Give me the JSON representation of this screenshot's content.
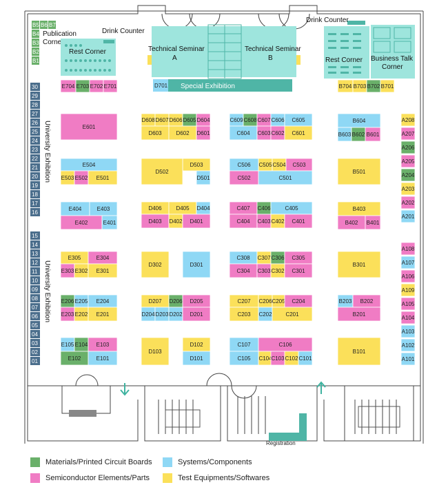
{
  "colors": {
    "green": "#6ab06a",
    "pink": "#f07cc4",
    "blue": "#8fd8f5",
    "yellow": "#fbe05a",
    "teal_area": "#9ee5dd",
    "teal_dark": "#4fb5a6",
    "slate": "#4b6e8c"
  },
  "labels": {
    "publication_corner": "Publication Corner",
    "publication_line1": "Publication",
    "publication_line2": "Corner",
    "drink_counter_left": "Drink Counter",
    "drink_counter_right": "Drink Counter",
    "rest_corner_left": "Rest Corner",
    "rest_corner_right": "Rest Corner",
    "seminar_a_line1": "Technical Seminar",
    "seminar_a_line2": "A",
    "seminar_b_line1": "Technical Seminar",
    "seminar_b_line2": "B",
    "business_line1": "Business Talk",
    "business_line2": "Corner",
    "special_exhibition": "Special Exhibition",
    "university_exhibition_upper": "University Exhibition",
    "university_exhibition_lower": "University Exhibition",
    "registration": "Registration"
  },
  "legend": [
    {
      "label": "Materials/Printed Circuit Boards",
      "color": "#6ab06a"
    },
    {
      "label": "Systems/Components",
      "color": "#8fd8f5"
    },
    {
      "label": "Semiconductor Elements/Parts",
      "color": "#f07cc4"
    },
    {
      "label": "Test Equipments/Softwares",
      "color": "#fbe05a"
    }
  ],
  "university_numbers": [
    "30",
    "29",
    "28",
    "27",
    "26",
    "25",
    "24",
    "23",
    "22",
    "21",
    "20",
    "19",
    "18",
    "17",
    "16",
    "15",
    "14",
    "13",
    "12",
    "11",
    "10",
    "09",
    "08",
    "07",
    "06",
    "05",
    "04",
    "03",
    "02",
    "01"
  ],
  "b_small": [
    "B5",
    "B6",
    "B7",
    "B4",
    "B3",
    "B2",
    "B1"
  ],
  "booths": {
    "E704": "E704",
    "E703": "E703",
    "E702": "E702",
    "E701": "E701",
    "D701": "D701",
    "B704": "B704",
    "B703": "B703",
    "B702": "B702",
    "B701": "B701",
    "E601": "E601",
    "D608": "D608",
    "D607": "D607",
    "D606": "D606",
    "D605": "D605",
    "D604": "D604",
    "D603": "D603",
    "D602": "D602",
    "D601": "D601",
    "C609": "C609",
    "C608": "C608",
    "C607": "C607",
    "C606": "C606",
    "C605": "C605",
    "C604": "C604",
    "C603": "C603",
    "C602": "C602",
    "C601": "C601",
    "B604": "B604",
    "B603": "B603",
    "B602": "B602",
    "B601": "B601",
    "E504": "E504",
    "E503": "E503",
    "E502": "E502",
    "E501": "E501",
    "D503": "D503",
    "D502": "D502",
    "D501": "D501",
    "C506": "C506",
    "C505": "C505",
    "C504": "C504",
    "C503": "C503",
    "C502": "C502",
    "C501": "C501",
    "B501": "B501",
    "E404": "E404",
    "E403": "E403",
    "E402": "E402",
    "E401": "E401",
    "D406": "D406",
    "D405": "D405",
    "D404": "D404",
    "D403": "D403",
    "D402": "D402",
    "D401": "D401",
    "C407": "C407",
    "C406": "C406",
    "C405": "C405",
    "C404": "C404",
    "C403": "C403",
    "C402": "C402",
    "C401": "C401",
    "B403": "B403",
    "B402": "B402",
    "B401": "B401",
    "E305": "E305",
    "E304": "E304",
    "E303": "E303",
    "E302": "E302",
    "E301": "E301",
    "D302": "D302",
    "D301": "D301",
    "C308": "C308",
    "C307": "C307",
    "C306": "C306",
    "C305": "C305",
    "C304": "C304",
    "C303": "C303",
    "C302": "C302",
    "C301": "C301",
    "B301": "B301",
    "E206": "E206",
    "E205": "E205",
    "E204": "E204",
    "E203": "E203",
    "E202": "E202",
    "E201": "E201",
    "D207": "D207",
    "D206": "D206",
    "D205": "D205",
    "D204": "D204",
    "D203": "D203",
    "D202": "D202",
    "D201": "D201",
    "C207": "C207",
    "C206": "C206",
    "C205": "C205",
    "C204": "C204",
    "C203": "C203",
    "C202": "C202",
    "C201": "C201",
    "B203": "B203",
    "B202": "B202",
    "B201": "B201",
    "E105": "E105",
    "E104": "E104",
    "E103": "E103",
    "E102": "E102",
    "E101": "E101",
    "D103": "D103",
    "D102": "D102",
    "D101": "D101",
    "C107": "C107",
    "C106": "C106",
    "C105": "C105",
    "C104": "C104",
    "C103": "C103",
    "C102": "C102",
    "C101": "C101",
    "B101": "B101",
    "A208": "A208",
    "A207": "A207",
    "A206": "A206",
    "A205": "A205",
    "A204": "A204",
    "A203": "A203",
    "A202": "A202",
    "A201": "A201",
    "A108": "A108",
    "A107": "A107",
    "A106": "A106",
    "A109": "A109",
    "A105": "A105",
    "A104": "A104",
    "A103": "A103",
    "A102": "A102",
    "A101": "A101"
  }
}
